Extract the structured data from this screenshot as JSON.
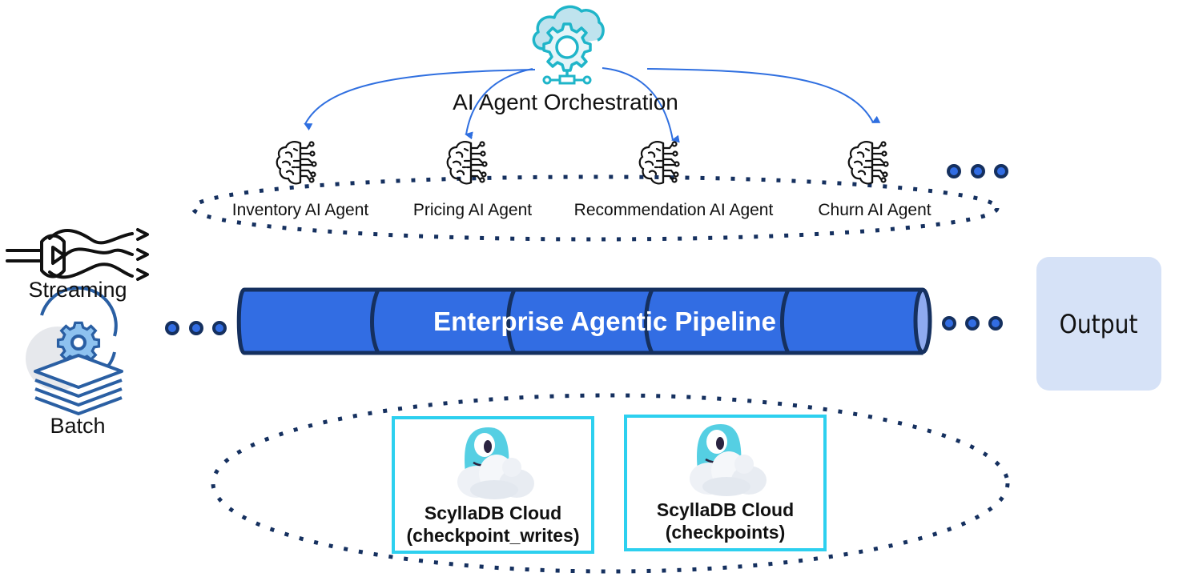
{
  "orchestration": {
    "label": "AI Agent Orchestration",
    "icon": "cloud-gear-network-icon"
  },
  "agents": [
    {
      "label": "Inventory AI Agent",
      "icon": "ai-brain-icon"
    },
    {
      "label": "Pricing AI Agent",
      "icon": "ai-brain-icon"
    },
    {
      "label": "Recommendation AI Agent",
      "icon": "ai-brain-icon"
    },
    {
      "label": "Churn AI Agent",
      "icon": "ai-brain-icon"
    }
  ],
  "sources": [
    {
      "label": "Streaming",
      "icon": "streaming-plug-icon"
    },
    {
      "label": "Batch",
      "icon": "batch-gear-stack-icon"
    }
  ],
  "pipeline": {
    "label": "Enterprise Agentic Pipeline"
  },
  "output": {
    "label": "Output"
  },
  "databases": [
    {
      "title": "ScyllaDB Cloud",
      "subtitle": "(checkpoint_writes)",
      "icon": "scylladb-monster-cloud-icon"
    },
    {
      "title": "ScyllaDB Cloud",
      "subtitle": "(checkpoints)",
      "icon": "scylladb-monster-cloud-icon"
    }
  ],
  "colors": {
    "pipe_fill": "#326de3",
    "pipe_outline": "#152f63",
    "arrow": "#2f6fe0",
    "teal_icon": "#1fb5c9",
    "db_border": "#2dd0ef",
    "output_bg": "#d6e2f7",
    "dots": "#15305f"
  }
}
